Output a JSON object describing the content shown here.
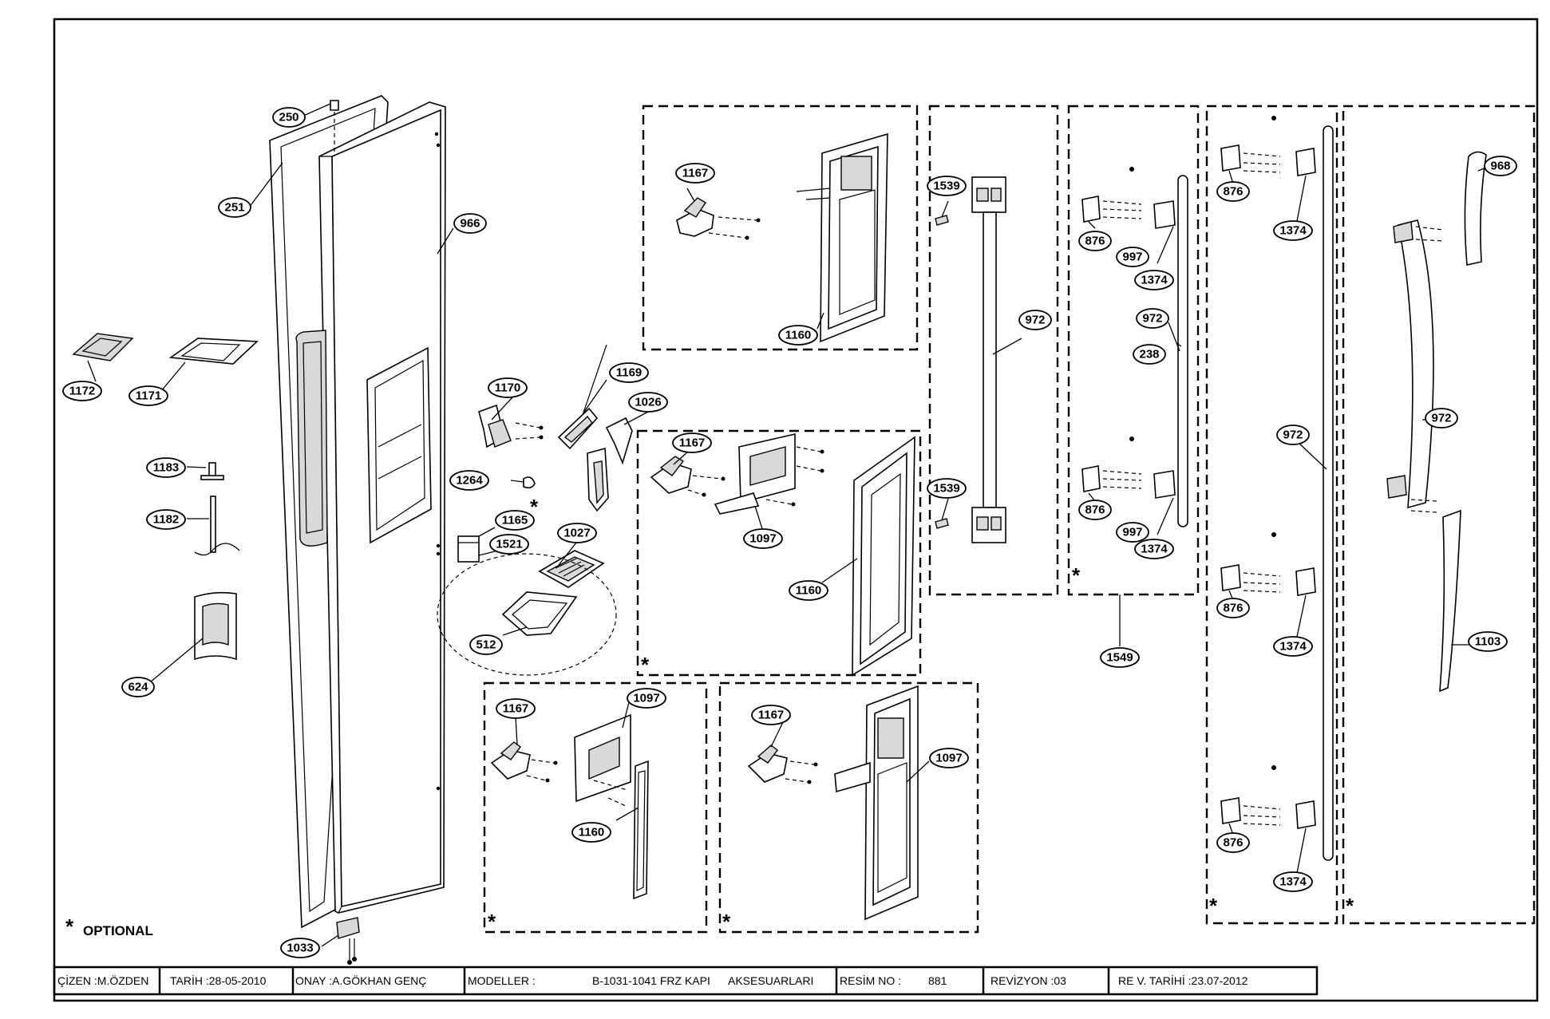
{
  "optional_note": {
    "star": "*",
    "text": "OPTIONAL"
  },
  "callouts": {
    "c250": "250",
    "c251": "251",
    "c966": "966",
    "c1172": "1172",
    "c1171": "1171",
    "c1183": "1183",
    "c1182": "1182",
    "c624": "624",
    "c1033": "1033",
    "c1170": "1170",
    "c1169": "1169",
    "c1026": "1026",
    "c1264": "1264",
    "c1165": "1165",
    "c1521": "1521",
    "c1027": "1027",
    "c512": "512",
    "g1_1167": "1167",
    "g1_1160": "1160",
    "g2_1167": "1167",
    "g2_1097": "1097",
    "g2_1160": "1160",
    "g3_1167": "1167",
    "g3_1097": "1097",
    "g3_1160": "1160",
    "g4_1167": "1167",
    "g4_1097": "1097",
    "h1_1539a": "1539",
    "h1_1539b": "1539",
    "h1_972": "972",
    "h2_876a": "876",
    "h2_997a": "997",
    "h2_1374a": "1374",
    "h2_972": "972",
    "h2_238": "238",
    "h2_876b": "876",
    "h2_997b": "997",
    "h2_1374b": "1374",
    "h2_1549": "1549",
    "h3_876a": "876",
    "h3_1374a": "1374",
    "h3_972": "972",
    "h3_876b": "876",
    "h3_1374b": "1374",
    "h3_876c": "876",
    "h3_1374c": "1374",
    "h4_968": "968",
    "h4_972": "972",
    "h4_1103": "1103"
  },
  "stars": {
    "s1": "*",
    "s2": "*",
    "s3": "*",
    "s4": "*",
    "s5": "*",
    "s6": "*",
    "s7": "*"
  },
  "title_block": {
    "cizen": "ÇİZEN :M.ÖZDEN",
    "tarih": "TARİH :28-05-2010",
    "onay": "ONAY :A.GÖKHAN GENÇ",
    "modeller_label": "MODELLER :",
    "modeller_value": "B-1031-1041 FRZ KAPI",
    "aksesuar": "AKSESUARLARI",
    "resim_label": "RESİM NO :",
    "resim_value": "881",
    "revizyon": "REVİZYON :03",
    "rev_tarihi": "RE V. TARİHİ :23.07-2012"
  }
}
